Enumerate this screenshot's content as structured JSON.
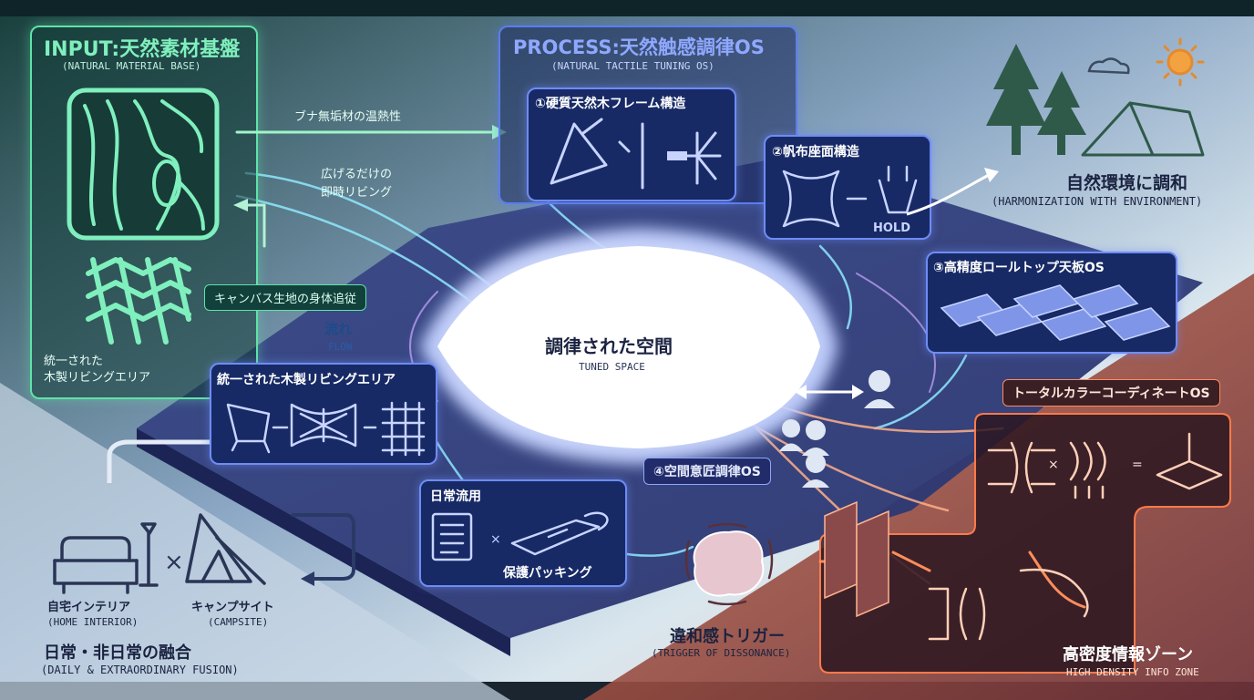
{
  "colors": {
    "input_green": "#5fe3a8",
    "process_blue": "#5b7df0",
    "dissonance_orange": "#ff7a4a",
    "dark_text": "#1b2340"
  },
  "input": {
    "title": "INPUT:天然素材基盤",
    "subtitle": "(NATURAL MATERIAL BASE)",
    "caption": "統一された\n木製リビングエリア"
  },
  "process": {
    "title": "PROCESS:天然触感調律OS",
    "subtitle": "(NATURAL TACTILE TUNING OS)",
    "module1": {
      "title": "①硬質天然木フレーム構造"
    },
    "module2": {
      "title": "②帆布座面構造",
      "hold": "HOLD"
    },
    "module3": {
      "title": "③高精度ロールトップ天板OS"
    },
    "module4": {
      "title": "④空間意匠調律OS"
    }
  },
  "flow_labels": {
    "buna": "ブナ無垢材の温熱性",
    "instant": "広げるだけの\n即時リビング",
    "canvas": "キャンバス生地の身体追従",
    "flow_jp": "流れ",
    "flow_en": "FLOW"
  },
  "center": {
    "title": "調律された空間",
    "subtitle": "TUNED SPACE"
  },
  "unified_box": {
    "title": "統一された木製リビングエリア"
  },
  "daily_box": {
    "title": "日常流用",
    "x_mark": "×",
    "packing": "保護パッキング"
  },
  "harmony": {
    "title": "自然環境に調和",
    "subtitle": "(HARMONIZATION WITH ENVIRONMENT)"
  },
  "fusion": {
    "home": "自宅インテリア",
    "home_en": "(HOME INTERIOR)",
    "camp": "キャンプサイト",
    "camp_en": "(CAMPSITE)",
    "cross": "×",
    "title": "日常・非日常の融合",
    "subtitle": "(DAILY & EXTRAORDINARY FUSION)"
  },
  "color_os": {
    "label": "トータルカラーコーディネートOS",
    "times": "×",
    "equals": "="
  },
  "dissonance": {
    "title": "違和感トリガー",
    "subtitle": "(TRIGGER OF DISSONANCE)"
  },
  "high_density": {
    "title": "高密度情報ゾーン",
    "subtitle": "HIGH DENSITY INFO ZONE"
  }
}
